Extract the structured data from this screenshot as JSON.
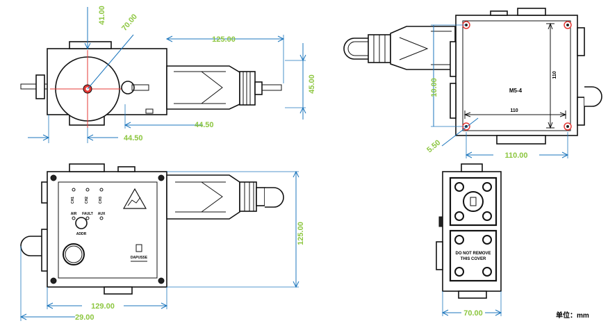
{
  "top_left_view": {
    "dim_41": "41.00",
    "dim_70": "70.00",
    "dim_125": "125.00",
    "dim_45": "45.00",
    "dim_44_5_a": "44.50",
    "dim_44_5_b": "44.50"
  },
  "top_right_view": {
    "dim_110_vertical": "110",
    "dim_110_horizontal": "110",
    "dim_10": "10.00",
    "dim_5_5": "5.50",
    "dim_110_bottom": "110.00",
    "screw_label": "M5-4"
  },
  "bottom_left_view": {
    "dim_125": "125.00",
    "dim_129": "129.00",
    "dim_29": "29.00",
    "led_labels": [
      "CH1",
      "CH2",
      "CH3"
    ],
    "led_labels2": [
      "AIR",
      "FAULT",
      "AUX"
    ],
    "button_label": "ADDR",
    "brand": "DAPUSSE"
  },
  "bottom_right_view": {
    "cover_text_line1": "DO NOT REMOVE",
    "cover_text_line2": "THIS COVER",
    "dim_70": "70.00"
  },
  "unit_label": "单位：mm"
}
